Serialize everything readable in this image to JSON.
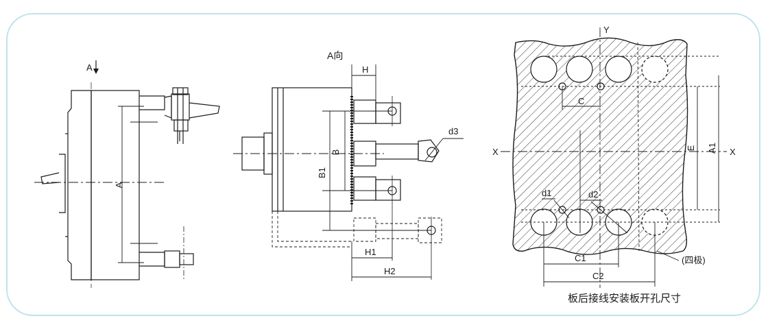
{
  "side_view": {
    "arrow_label": "A",
    "dim_A": "A"
  },
  "front_view": {
    "title": "A向",
    "dim_H": "H",
    "dim_B": "B",
    "dim_B1": "B1",
    "dim_d3": "d3",
    "dim_H1": "H1",
    "dim_H2": "H2"
  },
  "cutout_view": {
    "axis_y": "Y",
    "axis_x_left": "X",
    "axis_x_right": "X",
    "dim_C": "C",
    "dim_E": "E",
    "dim_A1": "A1",
    "dim_d1": "d1",
    "dim_d2": "d2",
    "dim_C1": "C1",
    "dim_C2": "C2",
    "four_pole_note": "(四极)",
    "caption": "板后接线安装板开孔尺寸"
  },
  "colors": {
    "frame": "#bfe3ea",
    "line": "#1a1a1a"
  }
}
